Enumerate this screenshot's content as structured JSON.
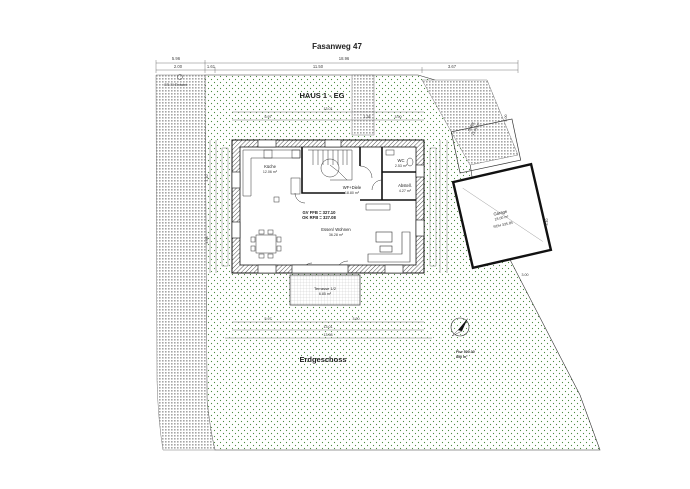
{
  "street": "Fasanweg 47",
  "house_title": "HAUS 1 - EG",
  "floor_title": "Erdgeschoss",
  "top_dims": {
    "left": "5.96",
    "total": "18.96",
    "seg1": "2.00",
    "seg2": "1.61",
    "seg3": "11.50",
    "seg4": "3.67"
  },
  "house_dims": {
    "top_total": "13.01",
    "top_a": "5.97",
    "top_b": "1.38",
    "top_c": "3.90",
    "bot_a": "5.97",
    "bot_b": "3.90",
    "bot_total": "13.01",
    "bot_outer": "13.98"
  },
  "left_dims": {
    "a": "4.10",
    "b": "4.68"
  },
  "right_dims": {
    "a": "5.00",
    "b": "3.40"
  },
  "garage_dims": {
    "bottom": "3.00"
  },
  "rooms": {
    "kueche": {
      "name": "Küche",
      "area": "12.06 m²"
    },
    "diele": {
      "name": "WF+Diele",
      "area": "18.80 m²"
    },
    "wc": {
      "name": "WC",
      "area": "2.53 m²"
    },
    "abstell": {
      "name": "Abstell.",
      "area": "4.27 m²"
    },
    "essen": {
      "name": "Essen/ Wohnen",
      "area": "36.28 m²"
    },
    "terrasse": {
      "name": "Terrasse 1/2",
      "area": "6.85 m²"
    }
  },
  "totals": {
    "line1": "GV FFB = 327.10",
    "line2": "OK RFB = 327.08"
  },
  "carport": {
    "name": "Stellpl.",
    "area": "15.00 m²"
  },
  "garage": {
    "name": "Garage",
    "area": "18.00 m²",
    "code": "RDH 335.85"
  },
  "plot": {
    "line1": "Flur 500.00",
    "line2": "850 m²"
  },
  "path_label": "GS-St Einfahrt",
  "colors": {
    "lawn_dot": "#4a8a3e",
    "wall": "#111111",
    "paving": "#9a9a9a",
    "ink": "#222222"
  }
}
